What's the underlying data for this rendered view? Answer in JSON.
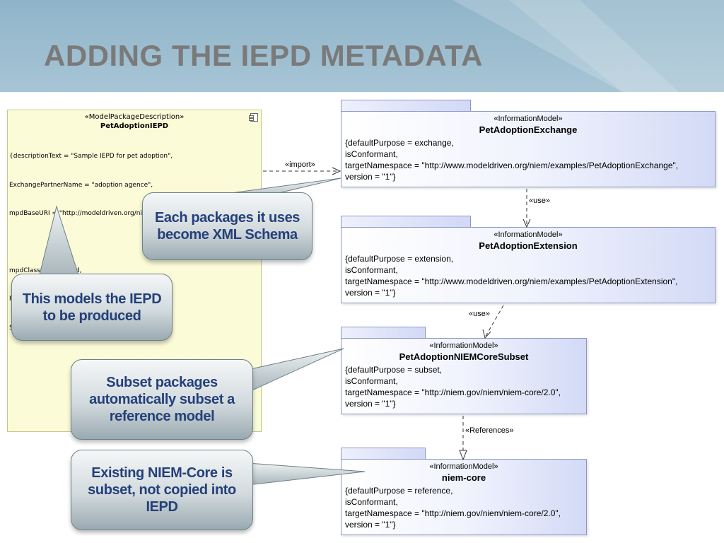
{
  "slide": {
    "title": "ADDING THE IEPD METADATA"
  },
  "model_package": {
    "stereotype": "«ModelPackageDescription»",
    "name": "PetAdoptionIEPD",
    "tags": [
      "{descriptionText = \"Sample IEPD for pet adoption\",",
      "ExchangePartnerName = \"adoption agence\",",
      "mpdBaseURI = \"http://modeldriven.org/niem/samples/PetAdoption\",",
      "",
      "mpdClassCode = iepd,",
      "PurposeText = \"Sample IEPD PIM\",",
      "StatusText = \"Prototype\"}"
    ]
  },
  "packages": [
    {
      "stereotype": "«InformationModel»",
      "name": "PetAdoptionExchange",
      "tags": [
        "{defaultPurpose = exchange,",
        "isConformant,",
        "targetNamespace = \"http://www.modeldriven.org/niem/examples/PetAdoptionExchange\",",
        "version = \"1\"}"
      ]
    },
    {
      "stereotype": "«InformationModel»",
      "name": "PetAdoptionExtension",
      "tags": [
        "{defaultPurpose = extension,",
        "isConformant,",
        "targetNamespace = \"http://www.modeldriven.org/niem/examples/PetAdoptionExtension\",",
        "version = \"1\"}"
      ]
    },
    {
      "stereotype": "«InformationModel»",
      "name": "PetAdoptionNIEMCoreSubset",
      "tags": [
        "{defaultPurpose = subset,",
        "isConformant,",
        "targetNamespace = \"http://niem.gov/niem/niem-core/2.0\",",
        "version = \"1\"}"
      ]
    },
    {
      "stereotype": "«InformationModel»",
      "name": "niem-core",
      "tags": [
        "{defaultPurpose = reference,",
        "isConformant,",
        "targetNamespace = \"http://niem.gov/niem/niem-core/2.0\",",
        "version = \"1\"}"
      ]
    }
  ],
  "connectors": {
    "import": "«import»",
    "use_1": "«use»",
    "use_2": "«use»",
    "references": "«References»"
  },
  "callouts": {
    "packages_schema": "Each packages it uses become XML Schema",
    "models_iepd": "This models the IEPD to be produced",
    "subset_packages": "Subset packages automatically subset a reference model",
    "existing_niem": "Existing NIEM-Core is subset, not copied into IEPD"
  },
  "colors": {
    "title": "#7a7a7a",
    "callout_text": "#24407a",
    "package_border": "#8a99c4",
    "mpd_background": "#fbfbd8"
  }
}
